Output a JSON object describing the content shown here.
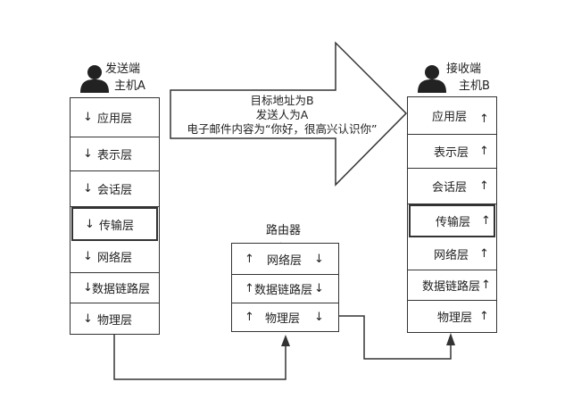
{
  "host_a": {
    "caption_line1": "发送端",
    "caption_line2": "主机A",
    "layers": [
      {
        "label": "应用层",
        "arrow": "↓"
      },
      {
        "label": "表示层",
        "arrow": "↓"
      },
      {
        "label": "会话层",
        "arrow": "↓"
      },
      {
        "label": "传输层",
        "arrow": "↓"
      },
      {
        "label": "网络层",
        "arrow": "↓"
      },
      {
        "label": "数据链路层",
        "arrow": "↓"
      },
      {
        "label": "物理层",
        "arrow": "↓"
      }
    ]
  },
  "router": {
    "title": "路由器",
    "top_arrow": "→",
    "layers": [
      {
        "label": "网络层",
        "left_arrow": "↑",
        "right_arrow": "↓"
      },
      {
        "label": "数据链路层",
        "left_arrow": "↑",
        "right_arrow": "↓"
      },
      {
        "label": "物理层",
        "left_arrow": "↑",
        "right_arrow": "↓"
      }
    ]
  },
  "host_b": {
    "caption_line1": "接收端",
    "caption_line2": "主机B",
    "layers": [
      {
        "label": "应用层",
        "arrow": "↑"
      },
      {
        "label": "表示层",
        "arrow": "↑"
      },
      {
        "label": "会话层",
        "arrow": "↑"
      },
      {
        "label": "传输层",
        "arrow": "↑"
      },
      {
        "label": "网络层",
        "arrow": "↑"
      },
      {
        "label": "数据链路层",
        "arrow": "↑"
      },
      {
        "label": "物理层",
        "arrow": "↑"
      }
    ]
  },
  "message": {
    "line1": "目标地址为B",
    "line2": "发送人为A",
    "line3": "电子邮件内容为“你好，很高兴认识你”"
  }
}
